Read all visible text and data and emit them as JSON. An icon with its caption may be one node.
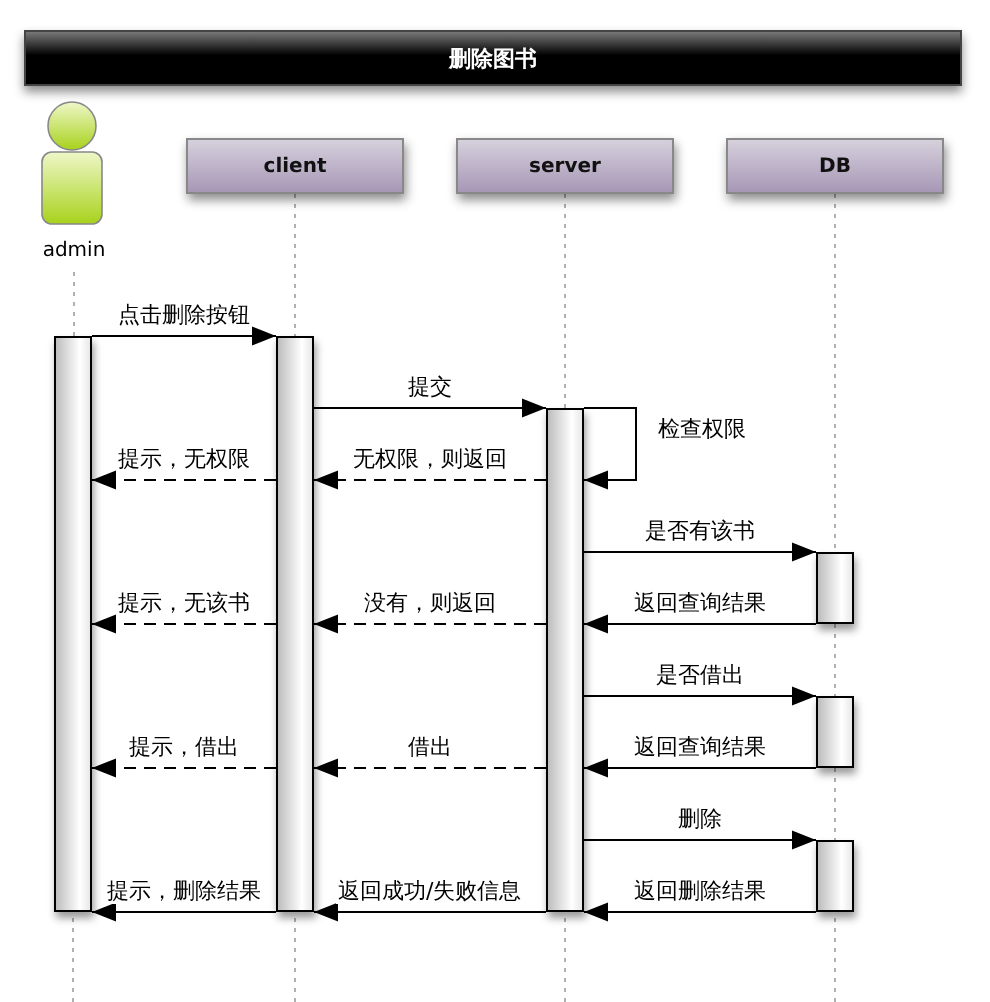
{
  "diagram": {
    "title": "删除图书",
    "nodes": [
      {
        "text": [
          "admin"
        ]
      },
      {
        "text": [
          "client"
        ]
      },
      {
        "text": [
          "server"
        ]
      },
      {
        "text": [
          "DB"
        ]
      },
      {
        "text": [],
        "shape": "bar"
      },
      {
        "text": [],
        "shape": "bar"
      },
      {
        "text": [],
        "shape": "bar"
      },
      {
        "text": [],
        "shape": "bar"
      },
      {
        "text": [],
        "shape": "bar"
      },
      {
        "text": [],
        "shape": "bar"
      }
    ],
    "edges": [
      {
        "from": 0,
        "to": 4,
        "arrow": "none",
        "style": "dashed",
        "color": "#b0b0b0"
      },
      {
        "from": 1,
        "to": 5,
        "arrow": "none",
        "style": "dashed",
        "color": "#b0b0b0"
      },
      {
        "from": 2,
        "to": 6,
        "arrow": "none",
        "style": "dashed",
        "color": "#b0b0b0"
      },
      {
        "from": 3,
        "to": 7,
        "arrow": "none",
        "style": "dashed",
        "color": "#b0b0b0"
      },
      {
        "from": 7,
        "to": 8,
        "arrow": "none",
        "style": "dashed",
        "color": "#b0b0b0"
      },
      {
        "from": 8,
        "to": 9,
        "arrow": "none",
        "style": "dashed",
        "color": "#b0b0b0"
      },
      {
        "from": 4,
        "to": 5,
        "arrow": "to",
        "label": "点击删除按钮"
      },
      {
        "from": 5,
        "to": 6,
        "arrow": "to",
        "label": "提交"
      },
      {
        "from": 6,
        "to": 6,
        "arrow": "to",
        "label": "检查权限"
      },
      {
        "from": 6,
        "to": 5,
        "arrow": "to",
        "label": "无权限，则返回",
        "style": "dashed"
      },
      {
        "from": 5,
        "to": 4,
        "arrow": "to",
        "label": "提示，无权限",
        "style": "dashed"
      },
      {
        "from": 6,
        "to": 7,
        "arrow": "to",
        "label": "是否有该书"
      },
      {
        "from": 7,
        "to": 6,
        "arrow": "to",
        "label": "返回查询结果"
      },
      {
        "from": 6,
        "to": 5,
        "arrow": "to",
        "label": "没有，则返回",
        "style": "dashed"
      },
      {
        "from": 5,
        "to": 4,
        "arrow": "to",
        "label": "提示，无该书",
        "style": "dashed"
      },
      {
        "from": 6,
        "to": 8,
        "arrow": "to",
        "label": "是否借出"
      },
      {
        "from": 8,
        "to": 6,
        "arrow": "to",
        "label": "返回查询结果"
      },
      {
        "from": 6,
        "to": 5,
        "arrow": "to",
        "label": "借出",
        "style": "dashed"
      },
      {
        "from": 5,
        "to": 4,
        "arrow": "to",
        "label": "提示，借出",
        "style": "dashed"
      },
      {
        "from": 6,
        "to": 9,
        "arrow": "to",
        "label": "删除"
      },
      {
        "from": 9,
        "to": 6,
        "arrow": "to",
        "label": "返回删除结果"
      },
      {
        "from": 6,
        "to": 5,
        "arrow": "to",
        "label": "返回成功/失败信息"
      },
      {
        "from": 5,
        "to": 4,
        "arrow": "to",
        "label": "提示，删除结果"
      }
    ]
  }
}
